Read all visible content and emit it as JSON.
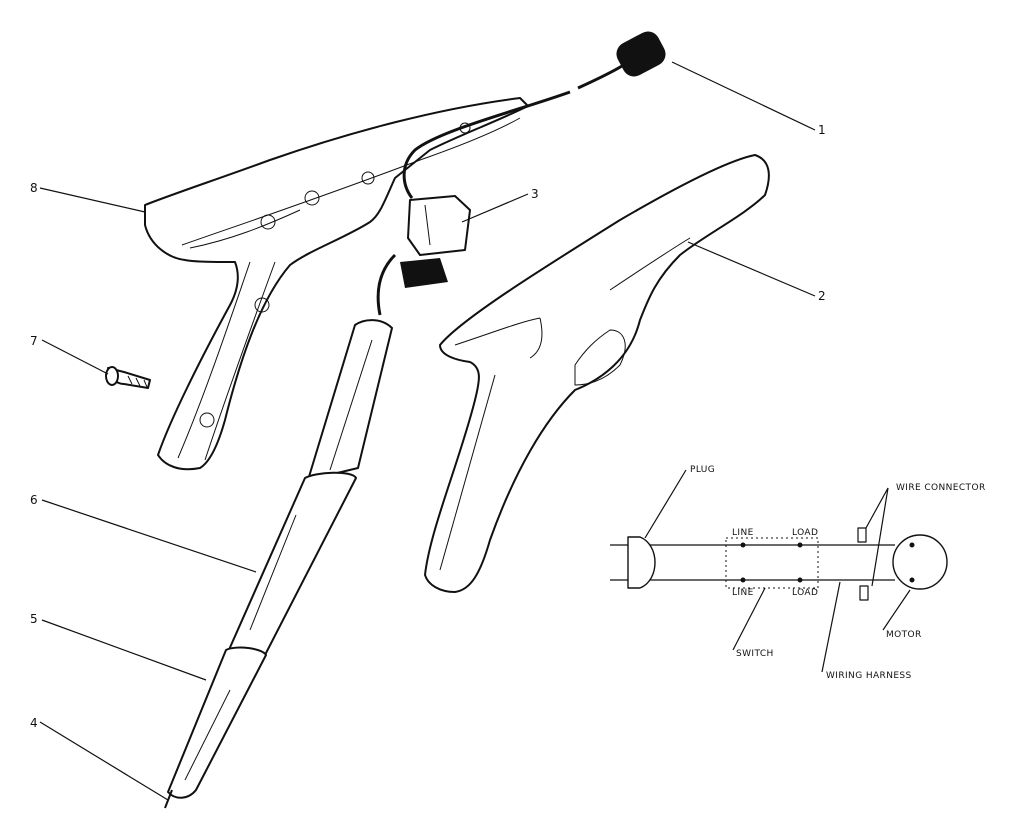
{
  "callouts": [
    "1",
    "2",
    "3",
    "4",
    "5",
    "6",
    "7",
    "8"
  ],
  "wiring": {
    "plug": "PLUG",
    "wire_connector": "WIRE CONNECTOR",
    "line_top": "LINE",
    "load_top": "LOAD",
    "line_bottom": "LINE",
    "load_bottom": "LOAD",
    "switch": "SWITCH",
    "wiring_harness": "WIRING HARNESS",
    "motor": "MOTOR"
  }
}
